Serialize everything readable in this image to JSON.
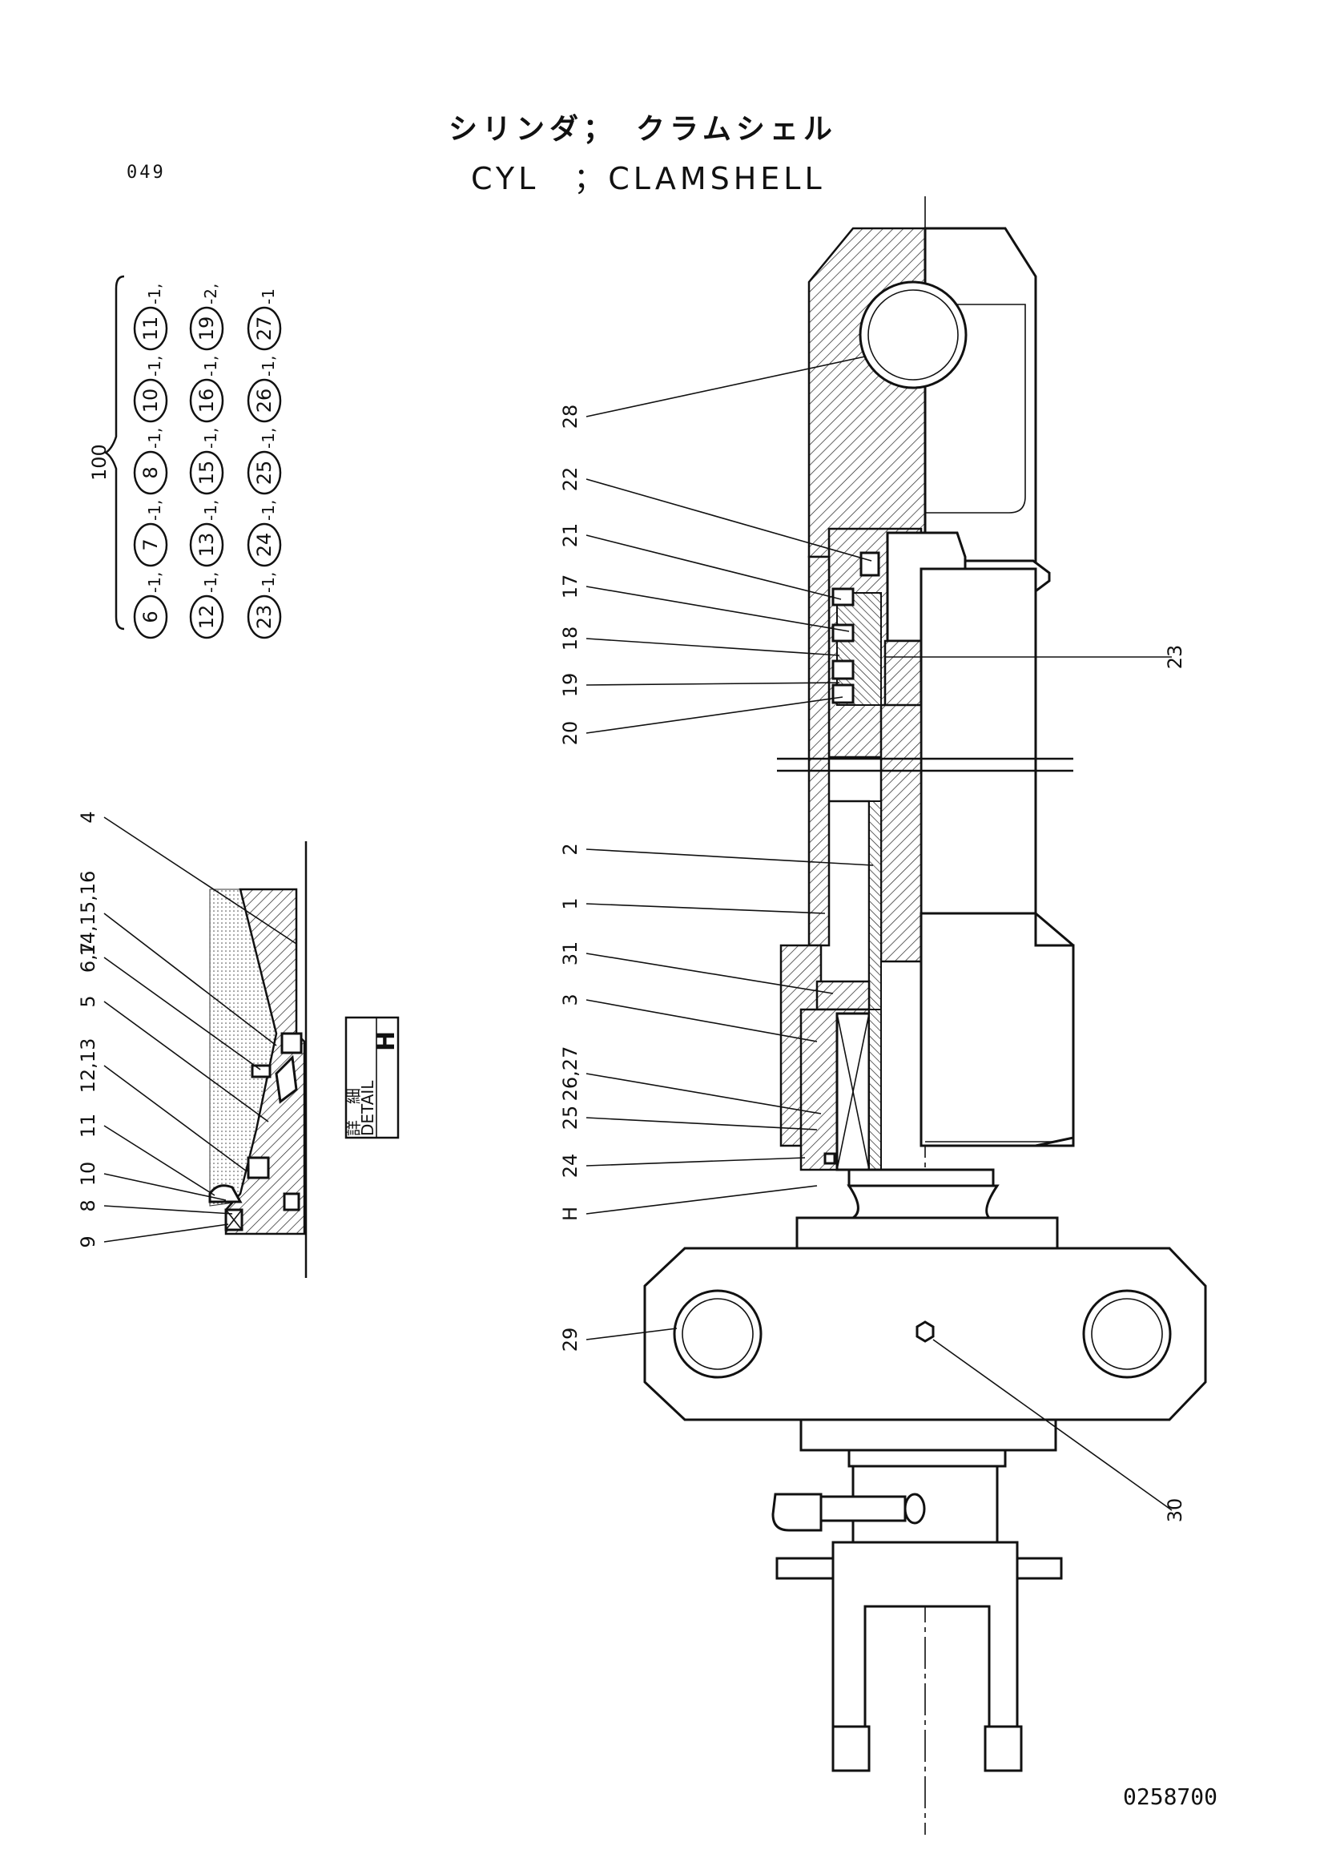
{
  "header": {
    "title_jp": "シリンダ；　クラムシェル",
    "title_en": "CYL　；CLAMSHELL",
    "page_number": "049"
  },
  "footer": {
    "drawing_number": "0258700"
  },
  "kit": {
    "number": "100",
    "columns": [
      [
        {
          "num": "6",
          "suffix": "-1,"
        },
        {
          "num": "12",
          "suffix": "-1,"
        },
        {
          "num": "23",
          "suffix": "-1,"
        }
      ],
      [
        {
          "num": "7",
          "suffix": "-1,"
        },
        {
          "num": "13",
          "suffix": "-1,"
        },
        {
          "num": "24",
          "suffix": "-1,"
        }
      ],
      [
        {
          "num": "8",
          "suffix": "-1,"
        },
        {
          "num": "15",
          "suffix": "-1,"
        },
        {
          "num": "25",
          "suffix": "-1,"
        }
      ],
      [
        {
          "num": "10",
          "suffix": "-1,"
        },
        {
          "num": "16",
          "suffix": "-1,"
        },
        {
          "num": "26",
          "suffix": "-1,"
        }
      ],
      [
        {
          "num": "11",
          "suffix": "-1,"
        },
        {
          "num": "19",
          "suffix": "-2,"
        },
        {
          "num": "27",
          "suffix": "-1"
        }
      ]
    ]
  },
  "detail": {
    "label_jp": "詳　細",
    "label_en": "DETAIL",
    "letter": "H"
  },
  "detail_callouts": [
    "4",
    "14,15,16",
    "6,7",
    "5",
    "12,13",
    "11",
    "10",
    "8",
    "9"
  ],
  "main_callouts": {
    "left_group": [
      "28",
      "22",
      "21",
      "17",
      "18",
      "19",
      "20",
      "2",
      "1",
      "31",
      "3",
      "26,27",
      "25",
      "24",
      "H",
      "29"
    ],
    "right_group": [
      "23",
      "30"
    ]
  }
}
